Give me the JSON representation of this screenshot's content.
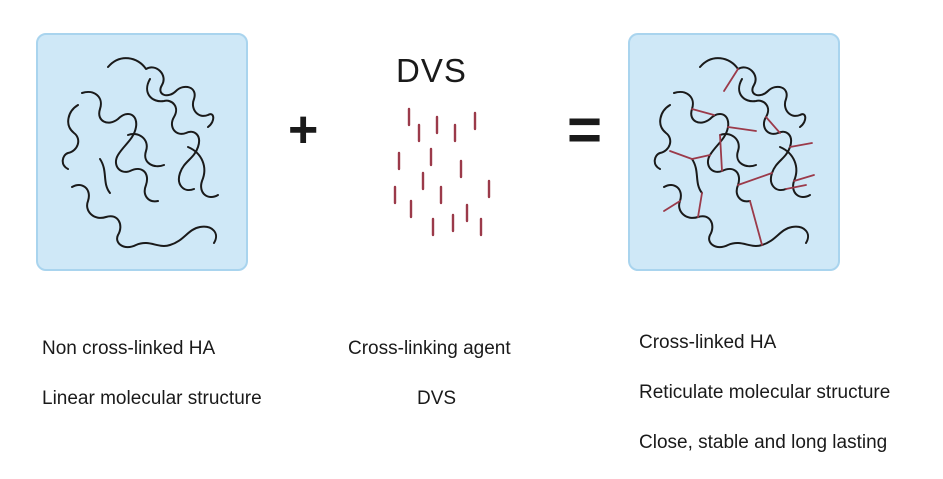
{
  "operators": {
    "plus": "+",
    "equals": "="
  },
  "agent_title": "DVS",
  "colors": {
    "panel_fill": "#cfe8f7",
    "panel_border": "#a9d4ee",
    "chain": "#1a1a1a",
    "crosslink": "#9b3a4a"
  },
  "captions": {
    "left": [
      "Non cross-linked HA",
      "Linear molecular structure"
    ],
    "middle": [
      "Cross-linking agent",
      "DVS"
    ],
    "right": [
      "Cross-linked HA",
      "Reticulate molecular structure",
      "Close, stable and long lasting"
    ]
  }
}
